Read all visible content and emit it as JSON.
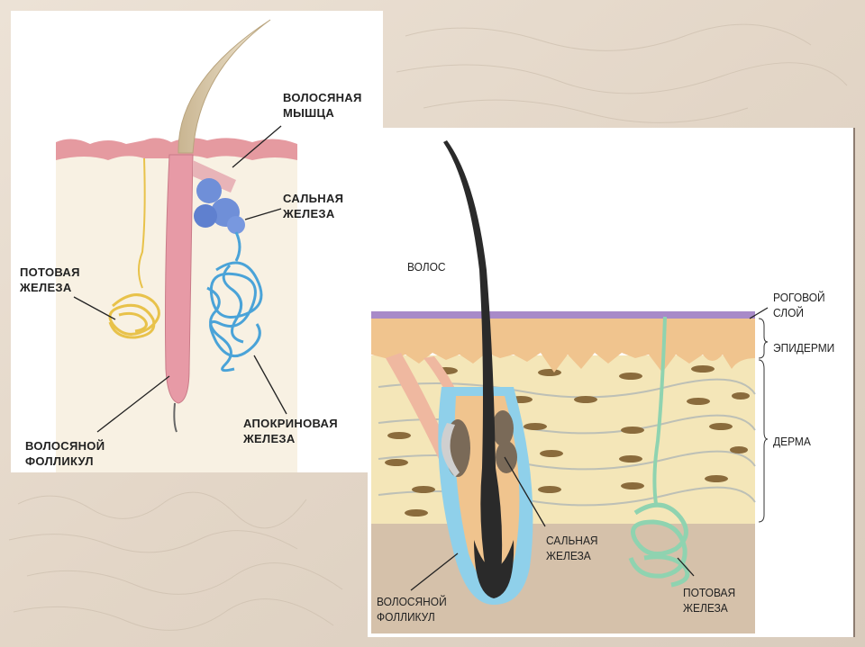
{
  "left_panel": {
    "labels": {
      "hair_muscle": "ВОЛОСЯНАЯ\nМЫШЦА",
      "sebaceous": "САЛЬНАЯ\nЖЕЛЕЗА",
      "sweat": "ПОТОВАЯ\nЖЕЛЕЗА",
      "apocrine": "АПОКРИНОВАЯ\nЖЕЛЕЗА",
      "follicle": "ВОЛОСЯНОЙ\nФОЛЛИКУЛ"
    }
  },
  "right_panel": {
    "labels": {
      "hair": "ВОЛОС",
      "stratum_corneum": "РОГОВОЙ\nСЛОЙ",
      "epidermis": "ЭПИДЕРМИ",
      "dermis": "ДЕРМА",
      "sebaceous": "САЛЬНАЯ\nЖЕЛЕЗА",
      "follicle": "ВОЛОСЯНОЙ\nФОЛЛИКУЛ",
      "sweat": "ПОТОВАЯ\nЖЕЛЕЗА"
    }
  },
  "colors": {
    "skin_surface": "#e59aa0",
    "sebaceous_left": "#6f8fd8",
    "apocrine": "#4aa3d8",
    "sweat_left": "#e8c24a",
    "corneum": "#a88ac8",
    "epidermis": "#f0c48e",
    "dermis": "#f4e6b8",
    "hypodermis": "#d5c1aa",
    "sweat_right": "#8fd3b0",
    "follicle_right": "#8fd0ea"
  }
}
